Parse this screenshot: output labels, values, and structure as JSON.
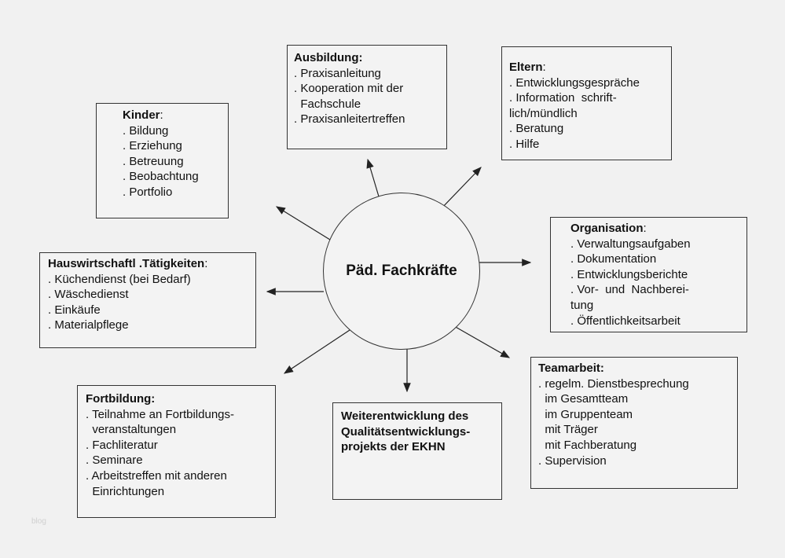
{
  "center_label": "Päd. Fachkräfte",
  "boxes": {
    "kinder": {
      "title": "Kinder",
      "suffix": ":",
      "lines": [
        ". Bildung",
        ". Erziehung",
        ". Betreuung",
        ". Beobachtung",
        ". Portfolio"
      ]
    },
    "ausbildung": {
      "title": "Ausbildung:",
      "suffix": "",
      "lines": [
        ". Praxisanleitung",
        ". Kooperation mit der",
        "  Fachschule",
        ". Praxisanleitertreffen"
      ]
    },
    "eltern": {
      "title": "Eltern",
      "suffix": ":",
      "lines": [
        ". Entwicklungsgespräche",
        ". Information  schrift-",
        "lich/mündlich",
        ". Beratung",
        ". Hilfe"
      ]
    },
    "organisation": {
      "title": "Organisation",
      "suffix": ":",
      "lines": [
        ". Verwaltungsaufgaben",
        ". Dokumentation",
        ". Entwicklungsberichte",
        ". Vor-  und  Nachberei-",
        "tung",
        ". Öffentlichkeitsarbeit"
      ]
    },
    "hauswirtschaft": {
      "title": "Hauswirtschaftl .Tätigkeiten",
      "suffix": ":",
      "lines": [
        ". Küchendienst (bei Bedarf)",
        ". Wäschedienst",
        ". Einkäufe",
        ". Materialpflege"
      ]
    },
    "fortbildung": {
      "title": "Fortbildung:",
      "suffix": "",
      "lines": [
        ". Teilnahme an Fortbildungs-",
        "  veranstaltungen",
        ". Fachliteratur",
        ". Seminare",
        ". Arbeitstreffen mit anderen",
        "  Einrichtungen"
      ]
    },
    "weiterentwicklung": {
      "title": "Weiterentwicklung des Qualitätsentwicklungs-projekts der EKHN",
      "suffix": "",
      "lines": []
    },
    "teamarbeit": {
      "title": "Teamarbeit:",
      "suffix": "",
      "lines": [
        ". regelm. Dienstbesprechung",
        "  im Gesamtteam",
        "  im Gruppenteam",
        "  mit Träger",
        "  mit Fachberatung",
        ". Supervision"
      ]
    }
  },
  "watermark": "blog"
}
